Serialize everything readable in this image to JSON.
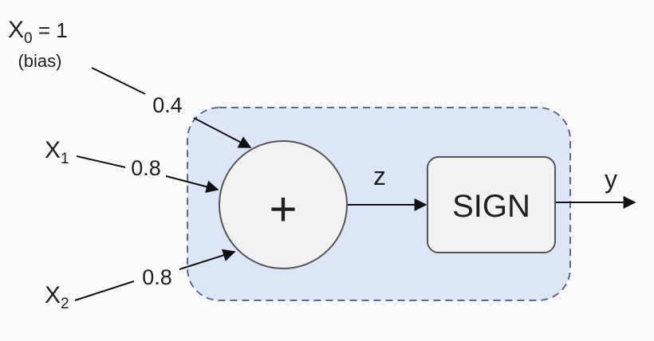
{
  "inputs": {
    "x0": {
      "base": "X",
      "sub": "0",
      "suffix": " = 1",
      "note": "(bias)",
      "weight": "0.4"
    },
    "x1": {
      "base": "X",
      "sub": "1",
      "weight": "0.8"
    },
    "x2": {
      "base": "X",
      "sub": "2",
      "weight": "0.8"
    }
  },
  "sum_node": {
    "symbol": "+"
  },
  "activation": {
    "label": "SIGN"
  },
  "signals": {
    "z": "z",
    "y": "y"
  },
  "colors": {
    "container_fill": "#dde6f7",
    "container_border": "#5a6a90",
    "node_fill": "#f2f2f2",
    "node_stroke": "#555555",
    "edge": "#111111"
  }
}
